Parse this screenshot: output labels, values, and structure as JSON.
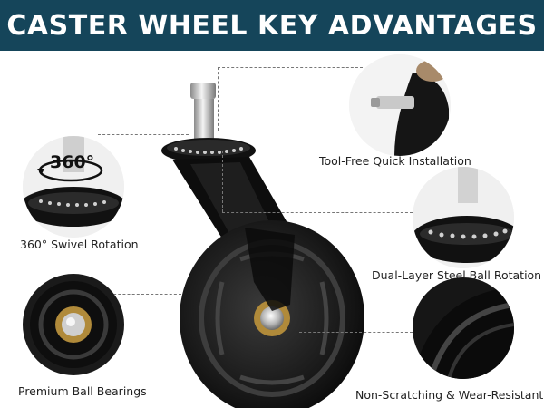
{
  "header": {
    "title": "CASTER WHEEL KEY ADVANTAGES",
    "background": "#15455a"
  },
  "features": {
    "swivel": {
      "label": "360° Swivel Rotation",
      "badge": "360°",
      "icon": "rotation-arrow-icon"
    },
    "bearings": {
      "label": "Premium Ball Bearings"
    },
    "install": {
      "label": "Tool-Free Quick Installation"
    },
    "steel_ball": {
      "label": "Dual-Layer Steel Ball Rotation"
    },
    "non_scratch": {
      "label": "Non-Scratching & Wear-Resistant"
    }
  }
}
